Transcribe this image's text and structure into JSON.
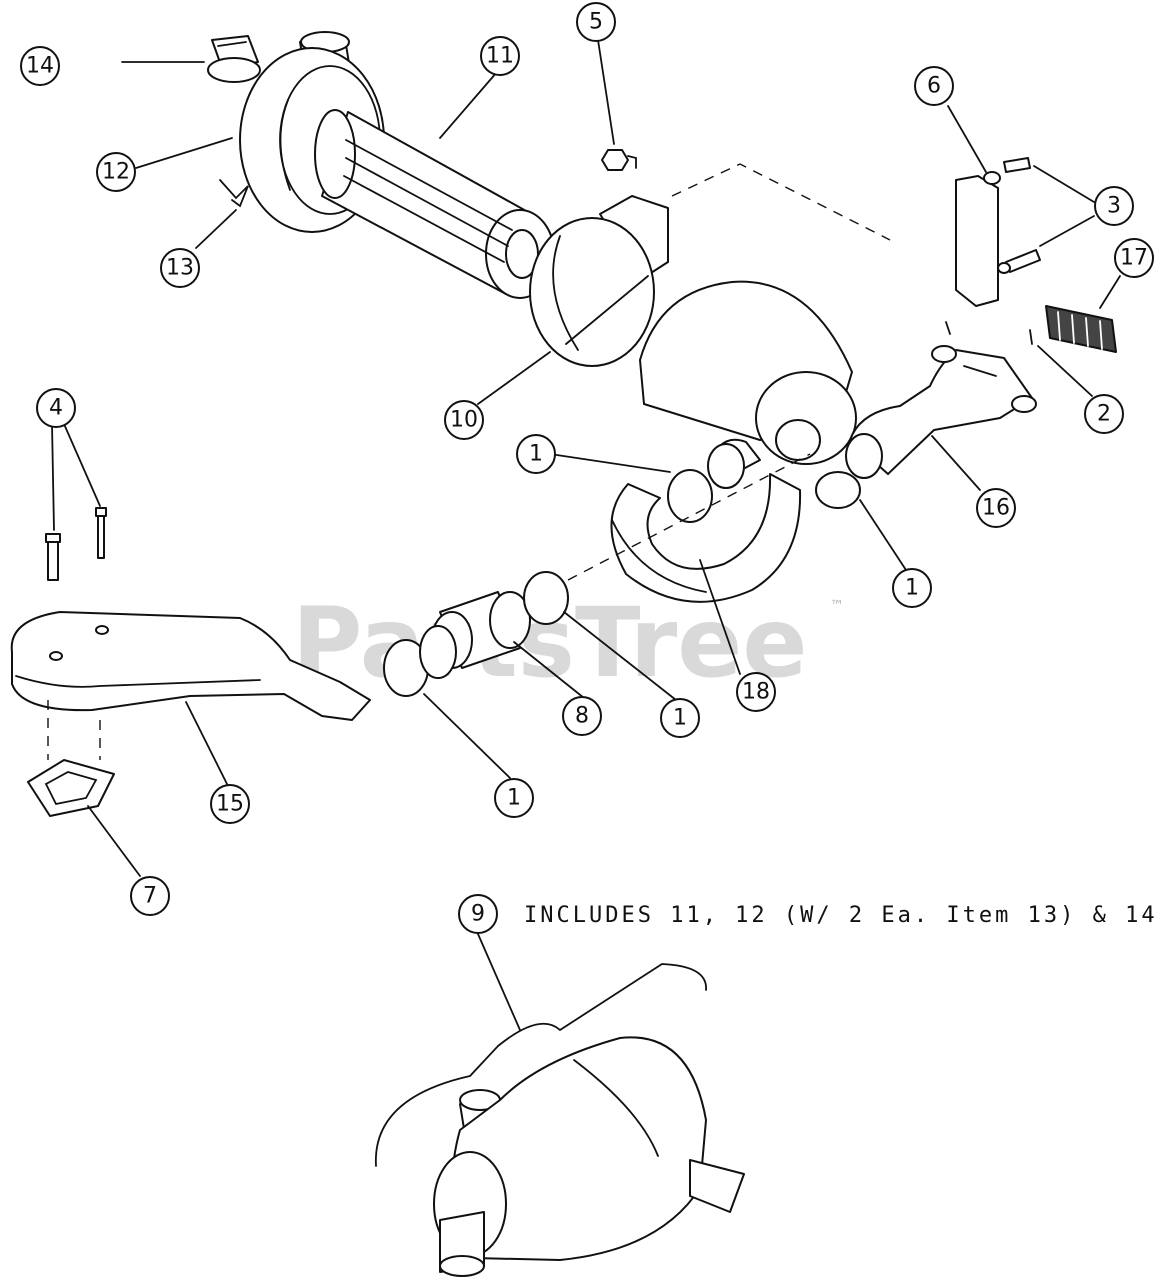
{
  "watermark": {
    "text": "PartsTree",
    "trademark": "™"
  },
  "note": {
    "callout": "9",
    "text": "INCLUDES 11, 12 (W/ 2 Ea. Item 13) & 14"
  },
  "callouts": [
    {
      "id": "c14",
      "label": "14"
    },
    {
      "id": "c11",
      "label": "11"
    },
    {
      "id": "c5",
      "label": "5"
    },
    {
      "id": "c6",
      "label": "6"
    },
    {
      "id": "c12",
      "label": "12"
    },
    {
      "id": "c3",
      "label": "3"
    },
    {
      "id": "c17",
      "label": "17"
    },
    {
      "id": "c13",
      "label": "13"
    },
    {
      "id": "c10",
      "label": "10"
    },
    {
      "id": "c4",
      "label": "4"
    },
    {
      "id": "c2",
      "label": "2"
    },
    {
      "id": "c1a",
      "label": "1"
    },
    {
      "id": "c16",
      "label": "16"
    },
    {
      "id": "c1b",
      "label": "1"
    },
    {
      "id": "c18",
      "label": "18"
    },
    {
      "id": "c8",
      "label": "8"
    },
    {
      "id": "c1c",
      "label": "1"
    },
    {
      "id": "c15",
      "label": "15"
    },
    {
      "id": "c1d",
      "label": "1"
    },
    {
      "id": "c7",
      "label": "7"
    }
  ]
}
